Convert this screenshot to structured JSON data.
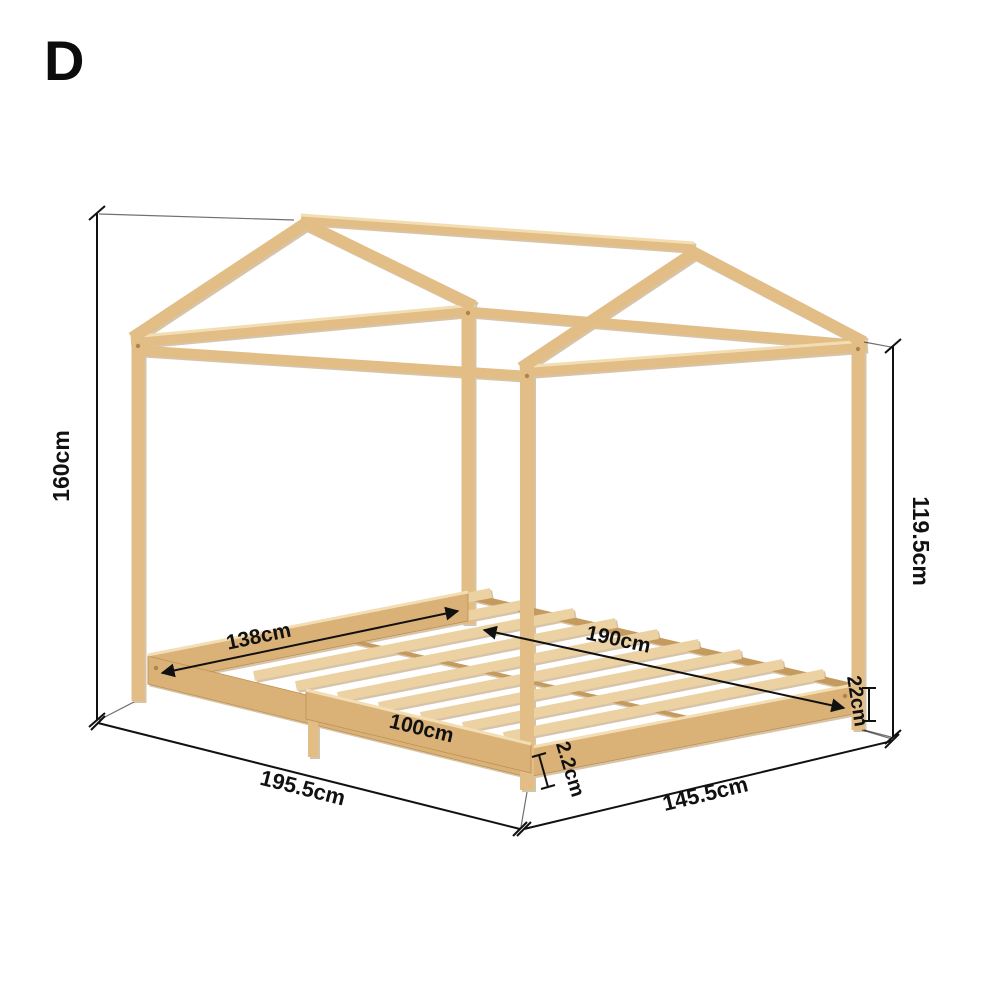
{
  "page": {
    "variant_label": "D"
  },
  "colors": {
    "bg": "#ffffff",
    "wood-main": "#e2bd85",
    "wood-rail": "#dab177",
    "wood-slat": "#ecd1a2",
    "wood-light": "#f3deb4",
    "wood-dark": "#c49a5e",
    "dim": "#111111"
  },
  "diagram": {
    "type": "product-dimension-diagram",
    "description": "Wooden house-frame bed with slatted base and front guard rail, shown in perspective with measurements",
    "labels": {
      "total_height": "160cm",
      "post_height": "119.5cm",
      "inner_width": "138cm",
      "inner_length": "190cm",
      "rail_height": "22cm",
      "slat_thickness": "2.2cm",
      "guard_rail_length": "100cm",
      "footprint_length": "195.5cm",
      "footprint_width": "145.5cm"
    }
  }
}
